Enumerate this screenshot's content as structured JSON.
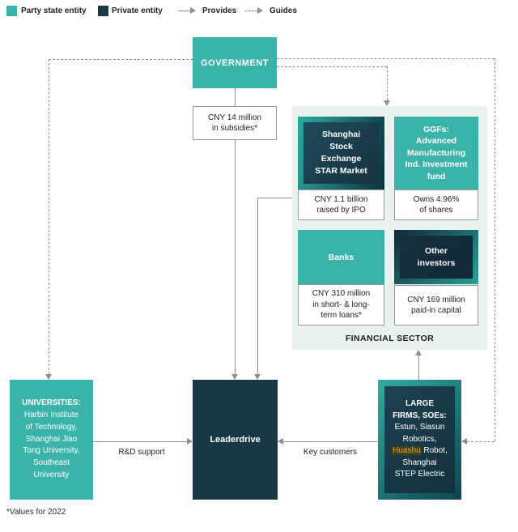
{
  "legend": {
    "items": [
      {
        "label": "Party state entity",
        "icon": "teal-square"
      },
      {
        "label": "Private entity",
        "icon": "dark-square"
      },
      {
        "label": "Provides",
        "icon": "solid-arrow"
      },
      {
        "label": "Guides",
        "icon": "dashed-arrow"
      }
    ]
  },
  "nodes": {
    "government": {
      "label": "GOVERNMENT"
    },
    "subsidies_note": {
      "label": "CNY 14 million\nin subsidies*"
    },
    "sse": {
      "label": "Shanghai\nStock\nExchange\nSTAR Market"
    },
    "sse_value": {
      "label": "CNY 1.1 billion\nraised by IPO"
    },
    "ggf": {
      "label": "GGFs:\nAdvanced\nManufacturing\nInd. Investment\nfund"
    },
    "ggf_value": {
      "label": "Owns 4.96%\nof shares"
    },
    "banks": {
      "label": "Banks"
    },
    "banks_value": {
      "label": "CNY 310 million\nin short- & long-\nterm loans*"
    },
    "other_investors": {
      "label": "Other\ninvestors"
    },
    "other_investors_value": {
      "label": "CNY 169 million\npaid-in capital"
    },
    "financial_sector": {
      "label": "FINANCIAL SECTOR"
    },
    "universities": {
      "title": "UNIVERSITIES:",
      "body": "Harbin Institute\nof Technology,\nShanghai Jiao\nTong University,\nSoutheast\nUniversity"
    },
    "leaderdrive": {
      "label": "Leaderdrive"
    },
    "large_firms": {
      "title": "LARGE\nFIRMS, SOEs:",
      "body_before": "Estun, Siasun\nRobotics,\n",
      "highlight": "Huashu",
      "body_after": " Robot,\nShanghai\nSTEP Electric"
    }
  },
  "edge_labels": {
    "rd_support": "R&D support",
    "key_customers": "Key customers"
  },
  "footnote": "*Values for 2022",
  "colors": {
    "party_state_teal": "#3ab4a9",
    "private_dark": "#183845",
    "financial_panel_bg": "#e9f2f0",
    "line_grey": "#8e8e8e",
    "highlight_text": "#f0a232",
    "highlight_bg": "#3c421c"
  }
}
